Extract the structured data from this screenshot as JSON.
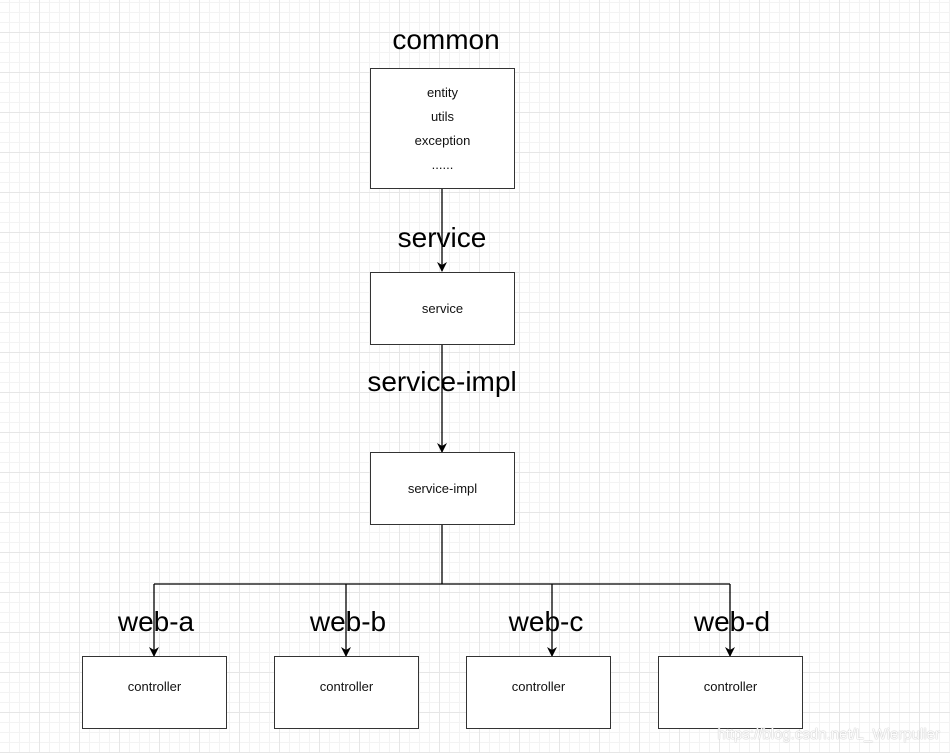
{
  "colors": {
    "box_border": "#333333",
    "edge": "#000000",
    "grid": "#e6e6e6"
  },
  "common": {
    "title": "common",
    "items": [
      "entity",
      "utils",
      "exception",
      "......"
    ]
  },
  "service": {
    "title": "service",
    "label": "service"
  },
  "service_impl": {
    "title": "service-impl",
    "label": "service-impl"
  },
  "webs": [
    {
      "title": "web-a",
      "label": "controller"
    },
    {
      "title": "web-b",
      "label": "controller"
    },
    {
      "title": "web-c",
      "label": "controller"
    },
    {
      "title": "web-d",
      "label": "controller"
    }
  ],
  "watermark": "https://blog.csdn.net/L_Wierpuller"
}
